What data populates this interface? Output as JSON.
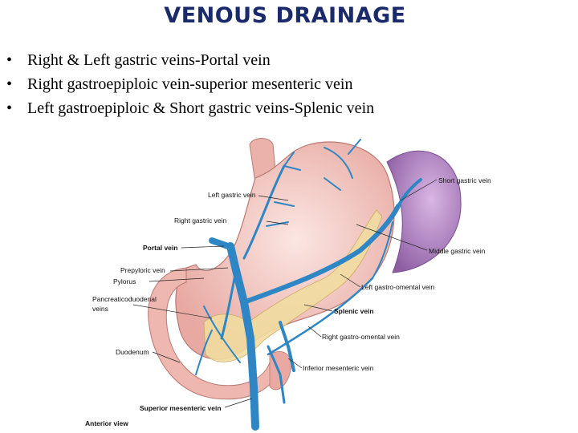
{
  "slide": {
    "title": "VENOUS DRAINAGE",
    "bullets": [
      "Right & Left gastric veins-Portal vein",
      "Right gastroepiploic vein-superior mesenteric vein",
      "Left gastroepiploic & Short gastric veins-Splenic vein"
    ],
    "bullet_glyph": "•"
  },
  "figure": {
    "labels": {
      "left_gastric": "Left gastric vein",
      "right_gastric": "Right gastric vein",
      "portal": "Portal vein",
      "prepyloric": "Prepyloric vein",
      "pylorus": "Pylorus",
      "pancreatico_1": "Pancreaticoduodenal",
      "pancreatico_2": "veins",
      "duodenum": "Duodenum",
      "short_gastric": "Short gastric vein",
      "middle_gastric": "Middle gastric vein",
      "left_gastro_omental": "Left gastro-omental vein",
      "splenic": "Splenic vein",
      "right_gastro_omental": "Right gastro-omental vein",
      "inferior_mesenteric": "Inferior mesenteric vein",
      "superior_mesenteric": "Superior mesenteric vein",
      "anterior_view": "Anterior view"
    },
    "colors": {
      "vein": "#2f86c4",
      "stomach": "#f3c4bf",
      "spleen": "#a77ab8",
      "pancreas": "#f1dca0"
    }
  }
}
